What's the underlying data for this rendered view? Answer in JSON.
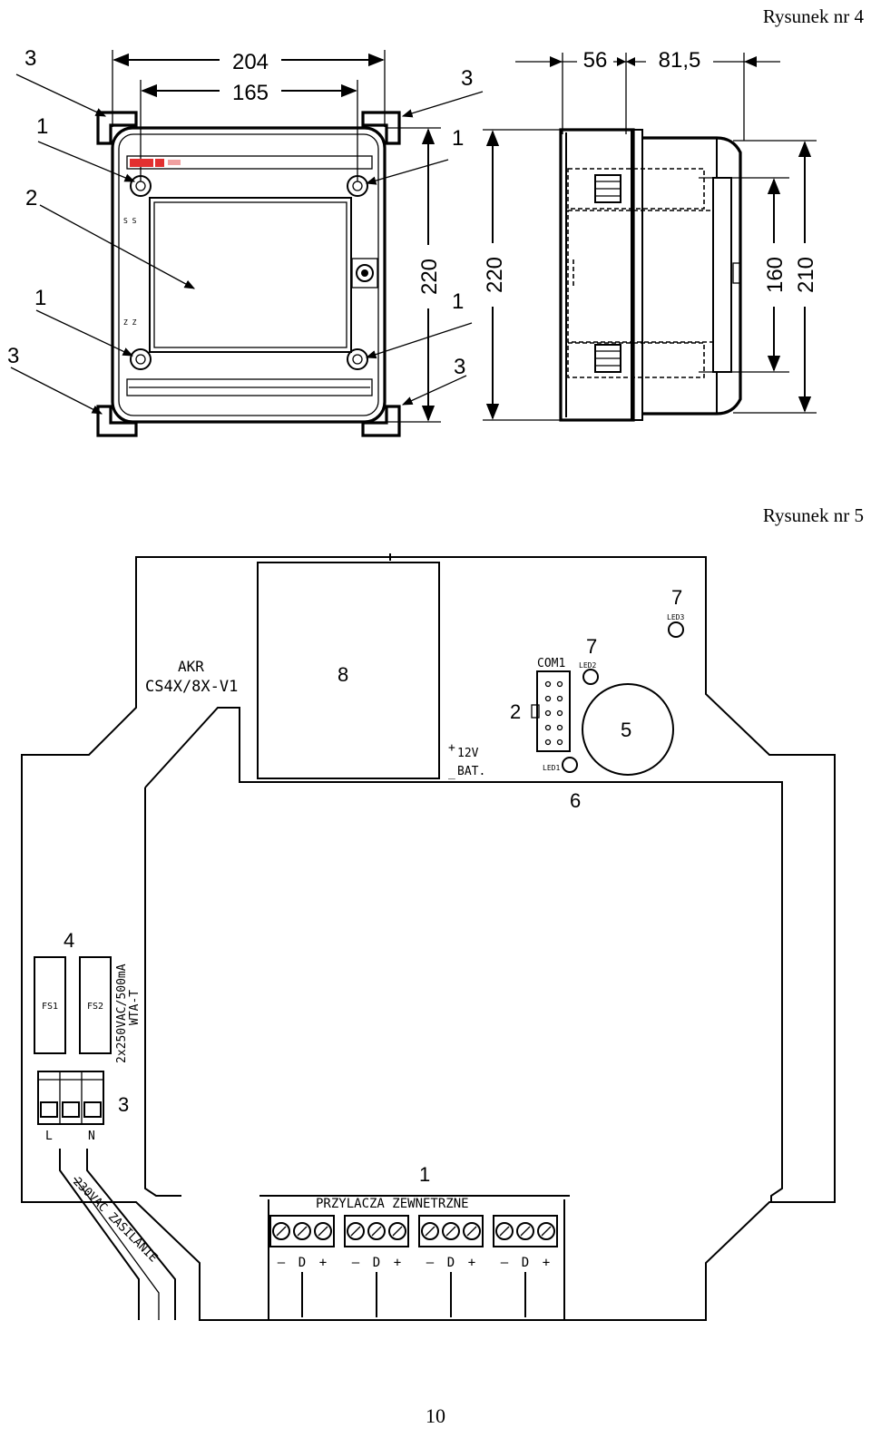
{
  "page": {
    "figure4_caption": "Rysunek nr 4",
    "figure5_caption": "Rysunek nr 5",
    "page_number": "10"
  },
  "figure4": {
    "front_dims": {
      "width_outer": "204",
      "width_holes": "165",
      "height": "220"
    },
    "side_dims": {
      "depth_front": "56",
      "depth_back": "81,5",
      "height_front": "220",
      "height_inner": "160",
      "height_back": "210"
    },
    "callouts": {
      "mount_hole": "1",
      "display": "2",
      "corner_clip": "3"
    }
  },
  "figure5": {
    "pcb_brand": "AKR",
    "pcb_model": "CS4X/8X-V1",
    "com_label": "COM1",
    "led1": "LED1",
    "led2": "LED2",
    "led3": "LED3",
    "battery_plus": "+",
    "battery_minus": "_",
    "battery_voltage": "12V",
    "battery_label": "BAT.",
    "fuse1": "FS1",
    "fuse2": "FS2",
    "fuse_rating": "2x250VAC/500mA",
    "fuse_type": "WTA-T",
    "term_L": "L",
    "term_N": "N",
    "supply_label": "230VAC ZASILANIE",
    "external_label": "PRZYLACZA ZEWNETRZNE",
    "sign_minus": "–",
    "sign_data": "D",
    "sign_plus": "+",
    "callouts": {
      "n1": "1",
      "n2": "2",
      "n3": "3",
      "n4": "4",
      "n5": "5",
      "n6": "6",
      "n7": "7",
      "n8": "8"
    }
  }
}
